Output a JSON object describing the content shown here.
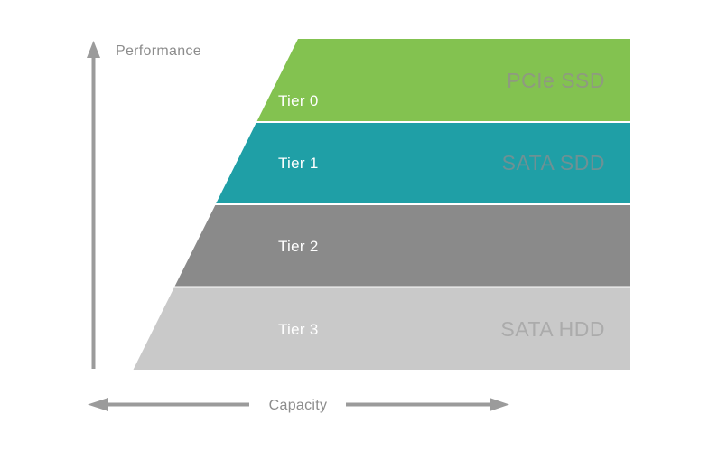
{
  "diagram": {
    "title": "storage-tiering-diagram",
    "background_color": "#ffffff",
    "axes": {
      "performance_label": "Performance",
      "capacity_label": "Capacity",
      "arrow_color": "#9b9b9b",
      "label_color": "#8c8c8c"
    },
    "tiers": [
      {
        "name": "Tier 0",
        "right_label": "PCIe SSD",
        "color": "#83c250",
        "name_color": "#ffffff",
        "right_label_color": "#8f9a80"
      },
      {
        "name": "Tier 1",
        "right_label": "SATA SDD",
        "color": "#1f9fa6",
        "name_color": "#ffffff",
        "right_label_color": "#6e9194"
      },
      {
        "name": "Tier 2",
        "right_label": "",
        "color": "#8a8a8a",
        "name_color": "#ffffff",
        "right_label_color": "#a0a0a0"
      },
      {
        "name": "Tier 3",
        "right_label": "SATA HDD",
        "color": "#c9c9c9",
        "name_color": "#ffffff",
        "right_label_color": "#ababab"
      }
    ]
  }
}
